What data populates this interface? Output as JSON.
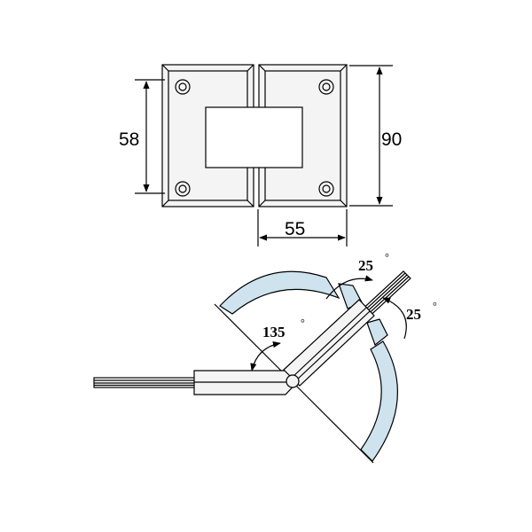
{
  "front_view": {
    "height_58": "58",
    "height_90": "90",
    "width_55": "55"
  },
  "angle_view": {
    "angle_135": "135",
    "angle_25_top": "25",
    "angle_25_right": "25",
    "degree_symbol": "°"
  },
  "colors": {
    "line": "#000000",
    "plate_fill": "#f4f4f4",
    "glass_fill": "#cfe3ee",
    "background": "#ffffff"
  }
}
